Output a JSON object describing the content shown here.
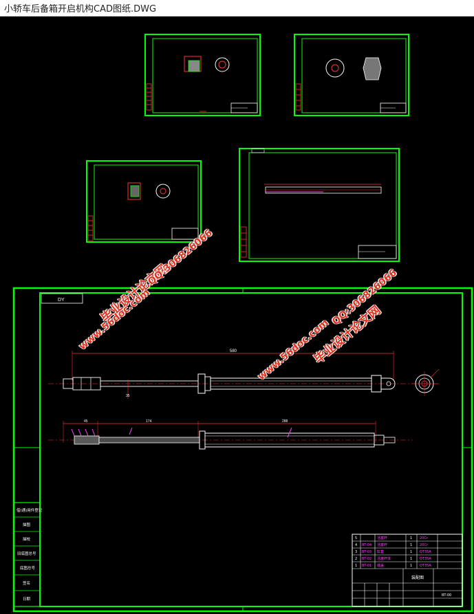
{
  "window": {
    "title": "小轿车后备箱开启机构CAD图纸.DWG"
  },
  "drawing": {
    "main_sheet_label": "DY",
    "dims": {
      "overall": "580",
      "short": "35",
      "seg1": "45",
      "seg2": "174",
      "seg3": "288"
    },
    "title_block_parts": [
      {
        "no": "5",
        "code": "",
        "name": "活塞杆",
        "qty": "1",
        "mat": "20Cr"
      },
      {
        "no": "4",
        "code": "BT-04",
        "name": "活塞杆",
        "qty": "1",
        "mat": "20Cr"
      },
      {
        "no": "3",
        "code": "BT-03",
        "name": "缸套",
        "qty": "1",
        "mat": "QT35A"
      },
      {
        "no": "2",
        "code": "BT-02",
        "name": "活塞杆体",
        "qty": "1",
        "mat": "QT35A"
      },
      {
        "no": "1",
        "code": "BT-01",
        "name": "端盖",
        "qty": "1",
        "mat": "QT35A"
      }
    ],
    "title_block_name": "装配图",
    "title_block_code": "BT-00",
    "left_stamp_labels": [
      "借(通)用件登记",
      "描图",
      "描校",
      "旧底图总号",
      "底图总号",
      "签名",
      "日期"
    ]
  },
  "watermark": {
    "line1": "毕业设计论文网",
    "line2": "www.56doc.com",
    "line3": "QQ:306826066"
  },
  "colors": {
    "frame": "#00ff00",
    "dim": "#ff2a2a",
    "part": "#ffffff",
    "magenta": "#ff40ff",
    "watermark": "#e0301e"
  }
}
